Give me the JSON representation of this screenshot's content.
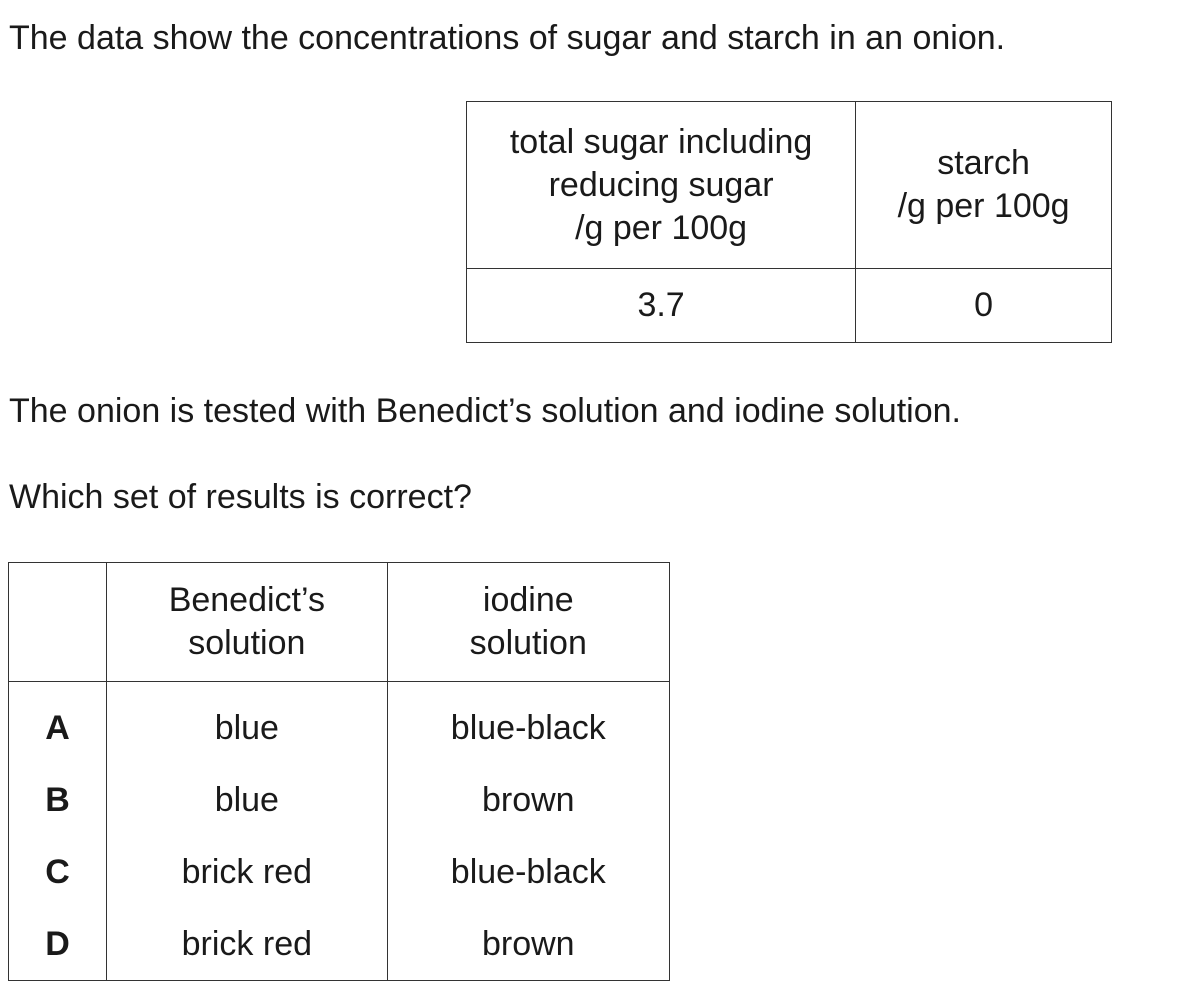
{
  "intro": "The data show the concentrations of sugar and starch in an onion.",
  "data_table": {
    "headers": [
      [
        "total sugar including",
        "reducing sugar",
        "/g per 100g"
      ],
      [
        "starch",
        "/g per 100g"
      ]
    ],
    "values": [
      "3.7",
      "0"
    ]
  },
  "tested": "The onion is tested with Benedict’s solution and iodine solution.",
  "question": "Which set of results is correct?",
  "options_table": {
    "headers": [
      "",
      [
        "Benedict’s",
        "solution"
      ],
      [
        "iodine",
        "solution"
      ]
    ],
    "rows": [
      {
        "letter": "A",
        "benedicts": "blue",
        "iodine": "blue-black"
      },
      {
        "letter": "B",
        "benedicts": "blue",
        "iodine": "brown"
      },
      {
        "letter": "C",
        "benedicts": "brick red",
        "iodine": "blue-black"
      },
      {
        "letter": "D",
        "benedicts": "brick red",
        "iodine": "brown"
      }
    ]
  }
}
